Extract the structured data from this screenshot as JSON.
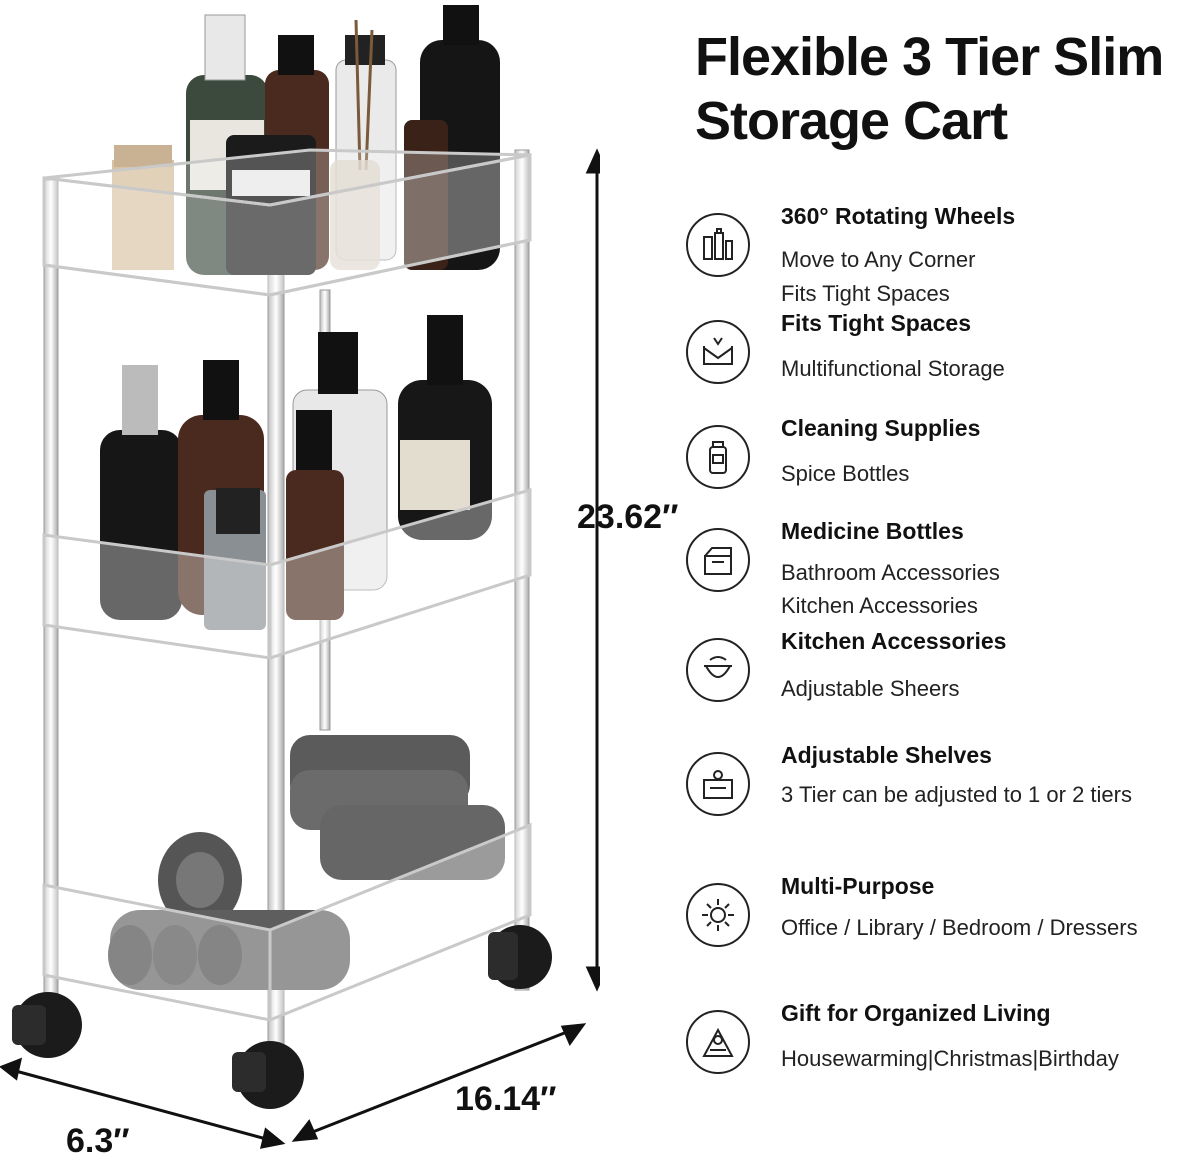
{
  "title": {
    "line1": "Flexible 3 Tier Slim",
    "line2": "Storage Cart"
  },
  "dimensions": {
    "height": "23.62″",
    "length": "16.14″",
    "width": "6.3″"
  },
  "features": [
    {
      "icon": "bottles-icon",
      "heading": "360° Rotating Wheels",
      "lines": [
        "Move to Any Corner",
        "Fits Tight Spaces"
      ]
    },
    {
      "icon": "tray-icon",
      "heading": "Fits Tight Spaces",
      "lines": [
        "Multifunctional Storage"
      ]
    },
    {
      "icon": "spray-bottle-icon",
      "heading": "Cleaning Supplies",
      "lines": [
        "Spice Bottles"
      ]
    },
    {
      "icon": "box-icon",
      "heading": "Medicine Bottles",
      "lines": [
        "Bathroom Accessories",
        "Kitchen Accessories"
      ]
    },
    {
      "icon": "bowl-icon",
      "heading": "Kitchen Accessories",
      "lines": [
        "Adjustable Sheers"
      ]
    },
    {
      "icon": "shelf-icon",
      "heading": "Adjustable Shelves",
      "lines": [
        "3 Tier can be adjusted to 1 or 2 tiers"
      ]
    },
    {
      "icon": "sun-icon",
      "heading": "Multi-Purpose",
      "lines": [
        "Office / Library / Bedroom / Dressers"
      ]
    },
    {
      "icon": "gift-icon",
      "heading": "Gift for Organized Living",
      "lines": [
        "Housewarming|Christmas|Birthday"
      ]
    }
  ],
  "colors": {
    "text": "#111111",
    "frame": "#d9d9d9",
    "bottle_dark": "#1a1a1a",
    "bottle_amber": "#4a2a1e",
    "towel": "#6b6b6b"
  }
}
